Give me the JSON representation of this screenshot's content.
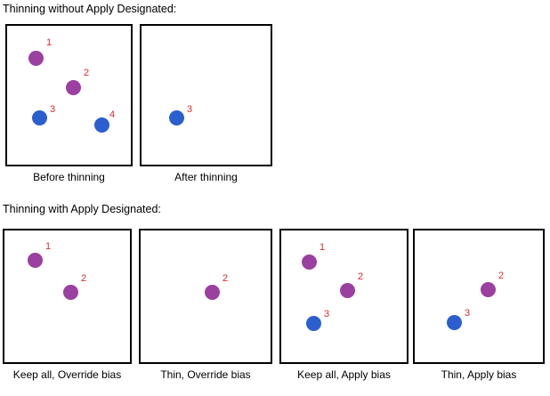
{
  "sections": [
    {
      "title": "Thinning without Apply Designated:"
    },
    {
      "title": "Thinning with Apply Designated:"
    }
  ],
  "colors": {
    "purple_point": "#9b3fa0",
    "blue_point": "#2b5fd0",
    "label_red": "#e8262b",
    "panel_border": "#000000",
    "background": "#ffffff"
  },
  "row1": {
    "panels": [
      {
        "caption": "Before thinning",
        "points": [
          {
            "label": "1",
            "color": "purple"
          },
          {
            "label": "2",
            "color": "purple"
          },
          {
            "label": "3",
            "color": "blue"
          },
          {
            "label": "4",
            "color": "blue"
          }
        ]
      },
      {
        "caption": "After thinning",
        "points": [
          {
            "label": "3",
            "color": "blue"
          }
        ]
      }
    ]
  },
  "row2": {
    "panels": [
      {
        "caption": "Keep all, Override bias",
        "points": [
          {
            "label": "1",
            "color": "purple"
          },
          {
            "label": "2",
            "color": "purple"
          }
        ]
      },
      {
        "caption": "Thin, Override bias",
        "points": [
          {
            "label": "2",
            "color": "purple"
          }
        ]
      },
      {
        "caption": "Keep all, Apply bias",
        "points": [
          {
            "label": "1",
            "color": "purple"
          },
          {
            "label": "2",
            "color": "purple"
          },
          {
            "label": "3",
            "color": "blue"
          }
        ]
      },
      {
        "caption": "Thin, Apply bias",
        "points": [
          {
            "label": "2",
            "color": "purple"
          },
          {
            "label": "3",
            "color": "blue"
          }
        ]
      }
    ]
  }
}
